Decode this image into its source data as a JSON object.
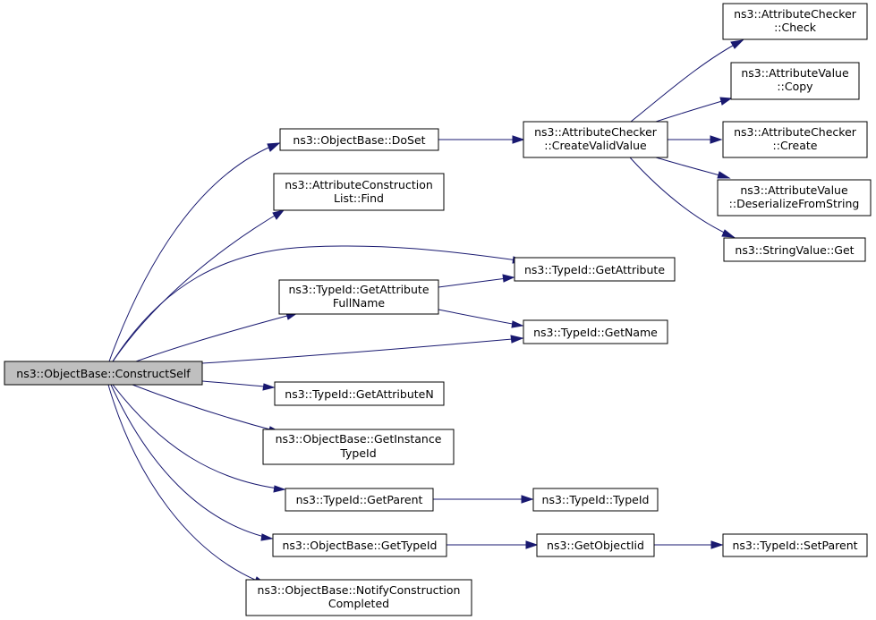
{
  "nodes": [
    {
      "id": "construct_self",
      "lines": [
        "ns3::ObjectBase::ConstructSelf"
      ],
      "root": true
    },
    {
      "id": "doset",
      "lines": [
        "ns3::ObjectBase::DoSet"
      ]
    },
    {
      "id": "acl_find",
      "lines": [
        "ns3::AttributeConstruction",
        "List::Find"
      ]
    },
    {
      "id": "get_attribute",
      "lines": [
        "ns3::TypeId::GetAttribute"
      ]
    },
    {
      "id": "get_attr_fullname",
      "lines": [
        "ns3::TypeId::GetAttribute",
        "FullName"
      ]
    },
    {
      "id": "get_name",
      "lines": [
        "ns3::TypeId::GetName"
      ]
    },
    {
      "id": "get_attribute_n",
      "lines": [
        "ns3::TypeId::GetAttributeN"
      ]
    },
    {
      "id": "get_instance_typeid",
      "lines": [
        "ns3::ObjectBase::GetInstance",
        "TypeId"
      ]
    },
    {
      "id": "get_parent",
      "lines": [
        "ns3::TypeId::GetParent"
      ]
    },
    {
      "id": "get_typeid",
      "lines": [
        "ns3::ObjectBase::GetTypeId"
      ]
    },
    {
      "id": "notify_construction",
      "lines": [
        "ns3::ObjectBase::NotifyConstruction",
        "Completed"
      ]
    },
    {
      "id": "create_valid_value",
      "lines": [
        "ns3::AttributeChecker",
        "::CreateValidValue"
      ]
    },
    {
      "id": "checker_check",
      "lines": [
        "ns3::AttributeChecker",
        "::Check"
      ]
    },
    {
      "id": "value_copy",
      "lines": [
        "ns3::AttributeValue",
        "::Copy"
      ]
    },
    {
      "id": "checker_create",
      "lines": [
        "ns3::AttributeChecker",
        "::Create"
      ]
    },
    {
      "id": "value_deserialize",
      "lines": [
        "ns3::AttributeValue",
        "::DeserializeFromString"
      ]
    },
    {
      "id": "string_value_get",
      "lines": [
        "ns3::StringValue::Get"
      ]
    },
    {
      "id": "typeid_typeid",
      "lines": [
        "ns3::TypeId::TypeId"
      ]
    },
    {
      "id": "get_object_iid",
      "lines": [
        "ns3::GetObjectIid"
      ]
    },
    {
      "id": "set_parent",
      "lines": [
        "ns3::TypeId::SetParent"
      ]
    }
  ],
  "edges": [
    {
      "from": "construct_self",
      "to": "doset"
    },
    {
      "from": "construct_self",
      "to": "acl_find"
    },
    {
      "from": "construct_self",
      "to": "get_attribute"
    },
    {
      "from": "construct_self",
      "to": "get_attr_fullname"
    },
    {
      "from": "construct_self",
      "to": "get_name"
    },
    {
      "from": "construct_self",
      "to": "get_attribute_n"
    },
    {
      "from": "construct_self",
      "to": "get_instance_typeid"
    },
    {
      "from": "construct_self",
      "to": "get_parent"
    },
    {
      "from": "construct_self",
      "to": "get_typeid"
    },
    {
      "from": "construct_self",
      "to": "notify_construction"
    },
    {
      "from": "doset",
      "to": "create_valid_value"
    },
    {
      "from": "create_valid_value",
      "to": "checker_check"
    },
    {
      "from": "create_valid_value",
      "to": "value_copy"
    },
    {
      "from": "create_valid_value",
      "to": "checker_create"
    },
    {
      "from": "create_valid_value",
      "to": "value_deserialize"
    },
    {
      "from": "create_valid_value",
      "to": "string_value_get"
    },
    {
      "from": "get_attr_fullname",
      "to": "get_attribute"
    },
    {
      "from": "get_attr_fullname",
      "to": "get_name"
    },
    {
      "from": "get_parent",
      "to": "typeid_typeid"
    },
    {
      "from": "get_typeid",
      "to": "get_object_iid"
    },
    {
      "from": "get_object_iid",
      "to": "set_parent"
    }
  ]
}
